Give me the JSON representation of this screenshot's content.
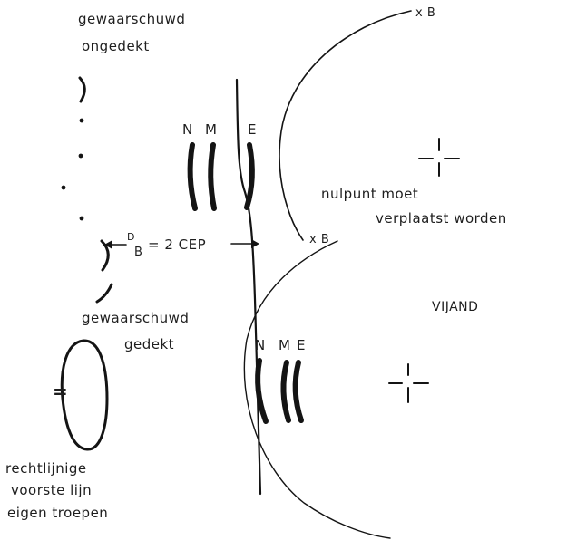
{
  "labels": {
    "warned_unprotected_1": "gewaarschuwd",
    "warned_unprotected_2": "ongedekt",
    "warned_protected_1": "gewaarschuwd",
    "warned_protected_2": "gedekt",
    "straight_line_1": "rechtlijnige",
    "straight_line_2": "voorste lijn",
    "straight_line_3": "eigen troepen",
    "zero_point_1": "nulpunt moet",
    "zero_point_2": "verplaatst worden",
    "enemy": "VIJAND",
    "distance_symbol": "D",
    "distance_subscript": "B",
    "distance_value": "= 2 CEP",
    "xb_top": "x B",
    "xb_mid": "x B",
    "equals_mark": "=",
    "upper_group": [
      "N",
      "M",
      "E"
    ],
    "lower_group": [
      "N",
      "M",
      "E"
    ]
  },
  "colors": {
    "ink": "#141414",
    "paper": "#ffffff"
  },
  "icons": {
    "aim_point_top": "crosshair-icon",
    "aim_point_bottom": "crosshair-icon"
  }
}
